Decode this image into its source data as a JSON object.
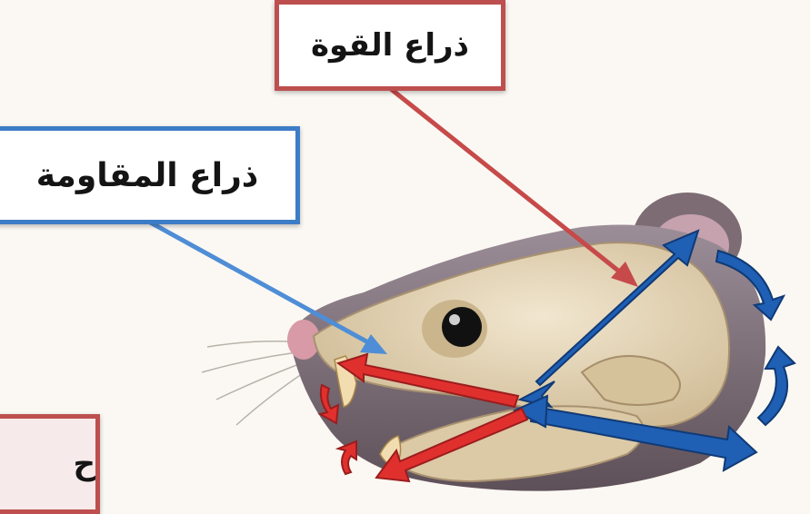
{
  "labels": {
    "force_arm": "ذراع القوة",
    "resistance_arm": "ذراع المقاومة",
    "bottom_partial": "ح"
  },
  "colors": {
    "force_border": "#bd4f4f",
    "resistance_border": "#3d7cc6",
    "red_arrow": "#e0302e",
    "blue_arrow": "#1f5fb4",
    "skull": "#e6d6b8",
    "fur": "#8c7c86"
  }
}
